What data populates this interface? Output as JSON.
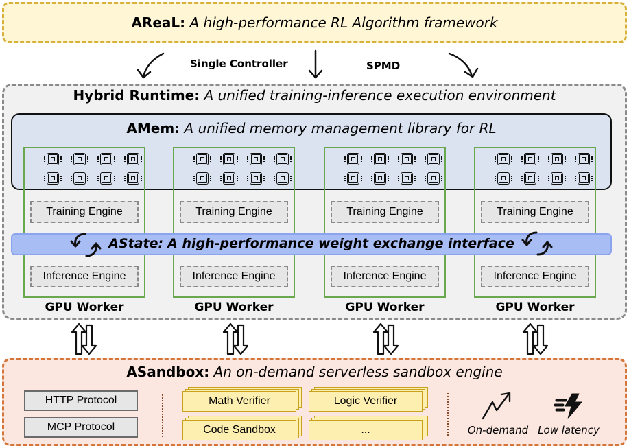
{
  "areal": {
    "name": "AReaL:",
    "desc": "A high-performance RL Algorithm framework"
  },
  "controllers": {
    "left": "Single Controller",
    "right": "SPMD"
  },
  "hybrid_runtime": {
    "name": "Hybrid Runtime:",
    "desc": "A unified training-inference execution environment"
  },
  "amem": {
    "name": "AMem:",
    "desc": "A unified memory management library for RL"
  },
  "astate": {
    "name": "AState:",
    "desc": "A high-performance weight exchange interface"
  },
  "workers": [
    {
      "label": "GPU Worker",
      "training": "Training Engine",
      "inference": "Inference Engine"
    },
    {
      "label": "GPU Worker",
      "training": "Training Engine",
      "inference": "Inference Engine"
    },
    {
      "label": "GPU Worker",
      "training": "Training Engine",
      "inference": "Inference Engine"
    },
    {
      "label": "GPU Worker",
      "training": "Training Engine",
      "inference": "Inference Engine"
    }
  ],
  "asandbox": {
    "name": "ASandbox:",
    "desc": "An on-demand serverless sandbox engine",
    "protocols": [
      "HTTP Protocol",
      "MCP Protocol"
    ],
    "verifiers": [
      "Math Verifier",
      "Logic Verifier",
      "Code Sandbox",
      "..."
    ],
    "features": [
      "On-demand",
      "Low latency"
    ]
  },
  "icons": [
    "curved-arrow-icon",
    "down-arrow-icon",
    "gpu-chip-icon",
    "swap-cycle-icon",
    "bidirectional-arrow-icon",
    "trend-up-icon",
    "lightning-icon"
  ],
  "colors": {
    "areal_bg": "#fff6d6",
    "areal_border": "#d8b13a",
    "runtime_bg": "#f1f1f1",
    "amem_bg": "#dbe3f0",
    "astate_bg": "#a9bdf5",
    "worker_border": "#6aa84f",
    "sandbox_bg": "#fbe7df",
    "sandbox_border": "#d4763a",
    "verifier_bg": "#fdefb0"
  }
}
